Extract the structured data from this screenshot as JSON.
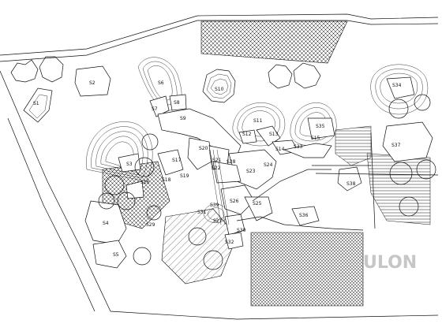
{
  "drawing": {
    "rock_labels": [
      "S1",
      "S2",
      "S3",
      "S4",
      "S5",
      "S6",
      "S7",
      "S8",
      "S9",
      "S10",
      "S11",
      "S12",
      "S13",
      "S14",
      "S15",
      "S16",
      "S17",
      "S18",
      "S19",
      "S20",
      "S21",
      "S22",
      "S23",
      "S24",
      "S25",
      "S26",
      "S27",
      "S28",
      "S29",
      "S30",
      "S31",
      "S32",
      "S33",
      "S34",
      "S35",
      "S36",
      "S37",
      "S38",
      "S39"
    ],
    "colors": {
      "line": "#111111",
      "background": "#ffffff",
      "watermark": "#bdbdbd"
    }
  }
}
